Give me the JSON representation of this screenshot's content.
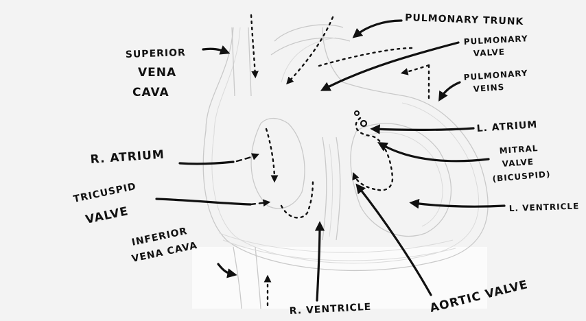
{
  "labels": {
    "pulmonary_trunk": "PULMONARY TRUNK",
    "pulmonary_valve_1": "PULMONARY",
    "pulmonary_valve_2": "VALVE",
    "pulmonary_veins_1": "PULMONARY",
    "pulmonary_veins_2": "VEINS",
    "superior_vena_cava_1": "SUPERIOR",
    "superior_vena_cava_2": "VENA",
    "superior_vena_cava_3": "CAVA",
    "l_atrium": "L. ATRIUM",
    "r_atrium": "R. ATRIUM",
    "mitral_valve_1": "MITRAL",
    "mitral_valve_2": "VALVE",
    "mitral_valve_3": "(BICUSPID)",
    "tricuspid_valve_1": "TRICUSPID",
    "tricuspid_valve_2": "VALVE",
    "l_ventricle": "L. VENTRICLE",
    "inferior_vena_cava_1": "INFERIOR",
    "inferior_vena_cava_2": "VENA CAVA",
    "r_ventricle": "R. VENTRICLE",
    "aortic_valve": "AORTIC VALVE"
  }
}
